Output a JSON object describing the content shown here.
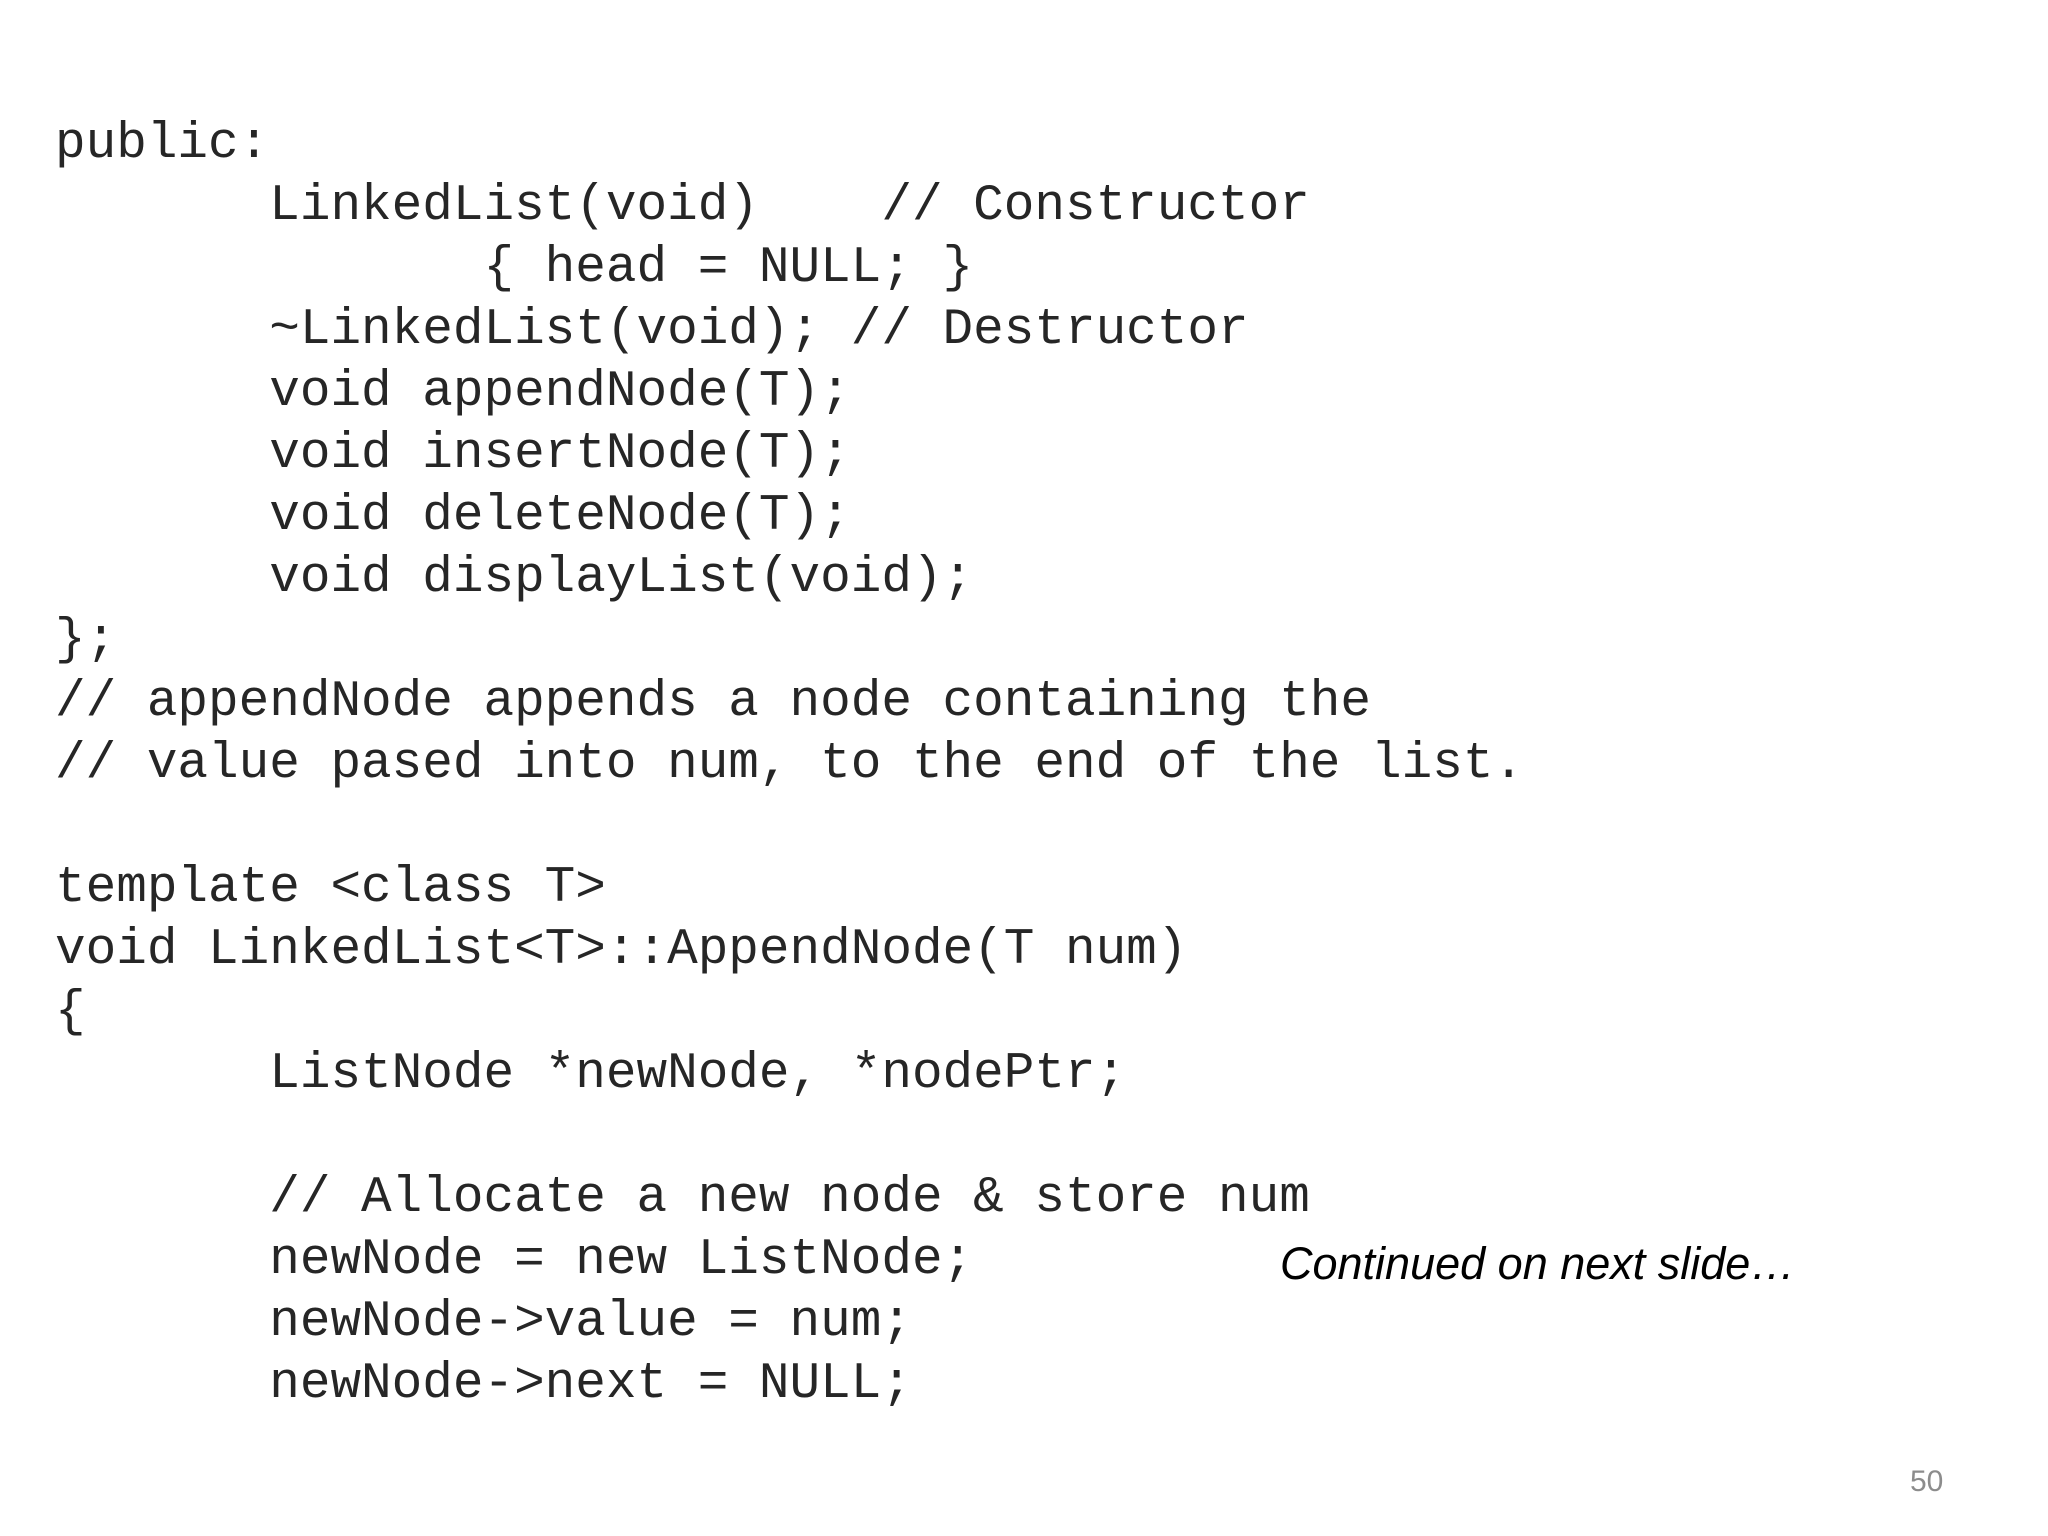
{
  "code_lines": [
    "public:",
    "       LinkedList(void)    // Constructor",
    "              { head = NULL; }",
    "       ~LinkedList(void); // Destructor",
    "       void appendNode(T);",
    "       void insertNode(T);",
    "       void deleteNode(T);",
    "       void displayList(void);",
    "};",
    "// appendNode appends a node containing the",
    "// value pased into num, to the end of the list.",
    "",
    "template <class T>",
    "void LinkedList<T>::AppendNode(T num)",
    "{",
    "       ListNode *newNode, *nodePtr;",
    "",
    "       // Allocate a new node & store num",
    "       newNode = new ListNode;",
    "       newNode->value = num;",
    "       newNode->next = NULL;"
  ],
  "continued_note": "Continued on next slide…",
  "slide_number": "50"
}
